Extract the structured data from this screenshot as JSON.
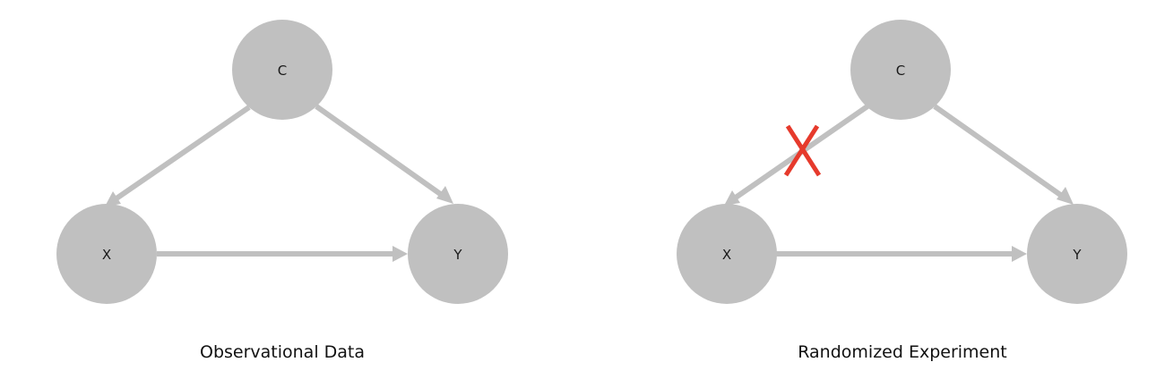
{
  "diagrams": [
    {
      "caption": "Observational Data",
      "nodes": {
        "c": "C",
        "x": "X",
        "y": "Y"
      },
      "edges": [
        {
          "from": "C",
          "to": "X",
          "blocked": false
        },
        {
          "from": "C",
          "to": "Y",
          "blocked": false
        },
        {
          "from": "X",
          "to": "Y",
          "blocked": false
        }
      ]
    },
    {
      "caption": "Randomized Experiment",
      "nodes": {
        "c": "C",
        "x": "X",
        "y": "Y"
      },
      "edges": [
        {
          "from": "C",
          "to": "X",
          "blocked": true
        },
        {
          "from": "C",
          "to": "Y",
          "blocked": false
        },
        {
          "from": "X",
          "to": "Y",
          "blocked": false
        }
      ]
    }
  ],
  "colors": {
    "node": "#c0c0c0",
    "edge": "#c0c0c0",
    "cut_mark": "#e63a2c"
  }
}
